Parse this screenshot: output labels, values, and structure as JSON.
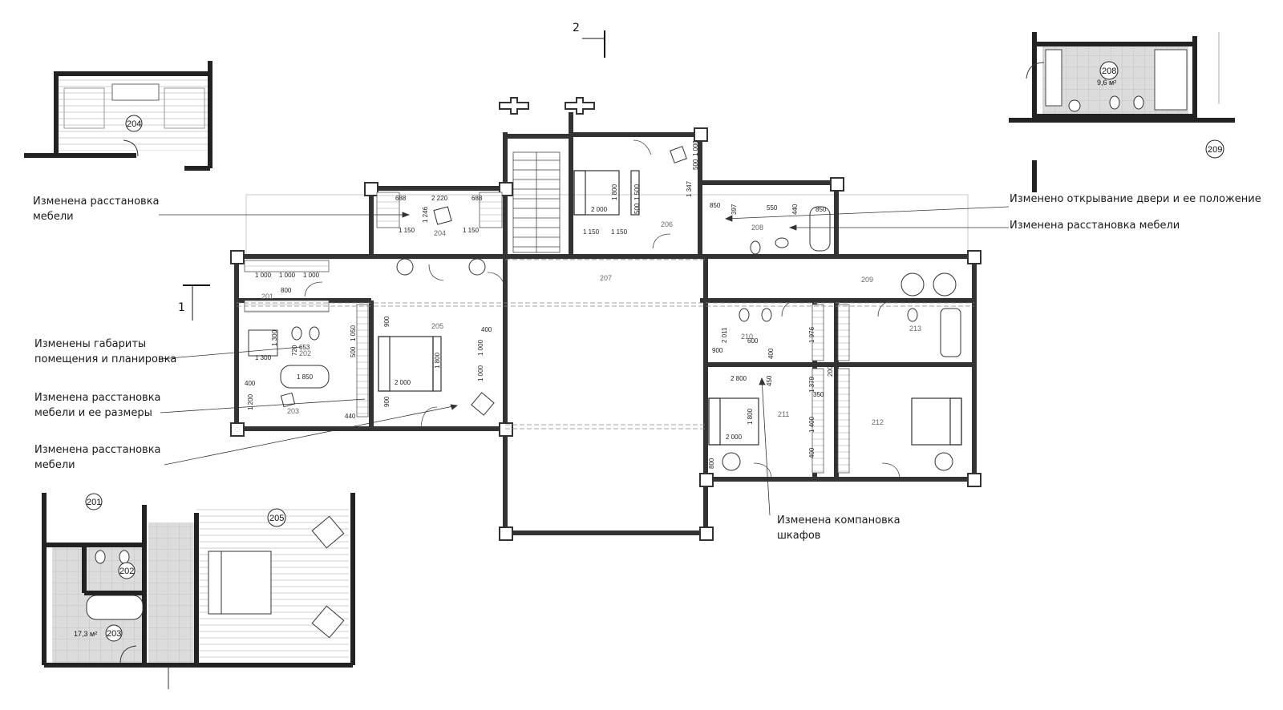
{
  "annotations": {
    "furniture_204": "Изменена расстановка\nмебели",
    "room_dims_201": "Изменены габариты\nпомещения и планировка",
    "furniture_size_203": "Изменена расстановка\nмебели и ее размеры",
    "furniture_205": "Изменена расстановка\nмебели",
    "door_208": "Изменено открывание двери и ее положение",
    "furniture_206": "Изменена расстановка мебели",
    "wardrobes_211": "Изменена компановка\nшкафов"
  },
  "section_marks": {
    "section_1": "1",
    "section_2": "2"
  },
  "rooms": {
    "r201": "201",
    "r202": "202",
    "r203": "203",
    "r204": "204",
    "r205": "205",
    "r206": "206",
    "r207": "207",
    "r208": "208",
    "r209": "209",
    "r210": "210",
    "r211": "211",
    "r212": "212",
    "r213": "213"
  },
  "insets": {
    "inset_204_label": "204",
    "inset_208_label": "208",
    "inset_208_area": "9,6 м²",
    "inset_209_label": "209",
    "inset_201_label": "201",
    "inset_202_label": "202",
    "inset_203_label": "203",
    "inset_203_area": "17,3 м²",
    "inset_205_label": "205"
  },
  "dimensions": {
    "d688a": "688",
    "d2220": "2 220",
    "d688b": "688",
    "d1246": "1 246",
    "d1150a": "1 150",
    "d1150b": "1 150",
    "d1150c": "1 150",
    "d1150d": "1 150",
    "d1000a": "1 000",
    "d1000b": "1 000",
    "d1000c": "1 000",
    "d800": "800",
    "d1800a": "1 800",
    "d2000a": "2 000",
    "d1500": "1 500",
    "d500a": "500",
    "d1347": "1 347",
    "d397": "397",
    "d850a": "850",
    "d850b": "850",
    "d1000d": "1 000",
    "d500b": "500",
    "d550": "550",
    "d440a": "440",
    "d1300a": "1 300",
    "d1300b": "1 300",
    "d653": "653",
    "d720": "720",
    "d1850": "1 850",
    "d400a": "400",
    "d1200": "1 200",
    "d440b": "440",
    "d1050": "1 050",
    "d500c": "500",
    "d900a": "900",
    "d900b": "900",
    "d2000b": "2 000",
    "d1800b": "1 800",
    "d400b": "400",
    "d1000e": "1 000",
    "d1000f": "1 000",
    "d2011": "2 011",
    "d600": "600",
    "d900c": "900",
    "d400c": "400",
    "d1976": "1 976",
    "d2800": "2 800",
    "d450": "450",
    "d1379": "1 379",
    "d350": "350",
    "d1400": "1 400",
    "d1800c": "1 800",
    "d2000c": "2 000",
    "d800b": "800",
    "d400d": "400",
    "d200": "200"
  }
}
